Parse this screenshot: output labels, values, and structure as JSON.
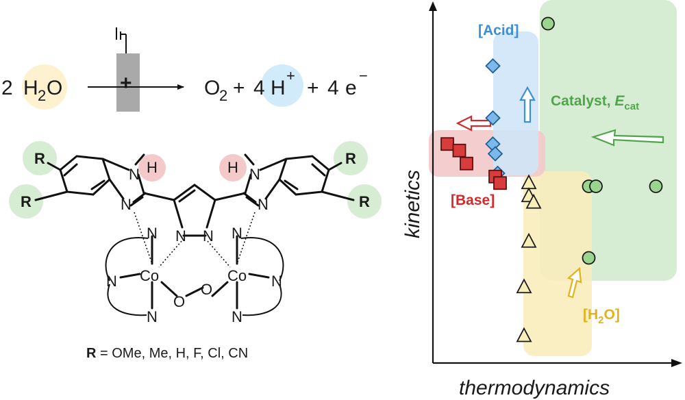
{
  "reaction": {
    "coef_water": "2",
    "water": "H",
    "water_sub": "2",
    "water_o": "O",
    "o2": "O",
    "o2_sub": "2",
    "plus1": "+",
    "proton_coef": "4",
    "proton": "H",
    "proton_sup": "+",
    "plus2": "+",
    "electron_coef": "4",
    "electron": "e",
    "electron_sup": "−",
    "anode_label": "+"
  },
  "structure": {
    "r_label": "R",
    "h_label": "H",
    "n_label": "N",
    "co_label": "Co",
    "o_label": "O",
    "legend_r": "R",
    "legend_rest": " = OMe, Me, H, F, Cl, CN"
  },
  "plot": {
    "ylabel": "kinetics",
    "xlabel": "thermodynamics",
    "acid_label": "[Acid]",
    "base_label": "[Base]",
    "water_label_open": "[H",
    "water_label_sub": "2",
    "water_label_close": "O]",
    "catalyst_label": "Catalyst, ",
    "ecat_label": "E",
    "ecat_sub": "cat",
    "colors": {
      "acid": "#3a8fd8",
      "base": "#d42a2a",
      "water": "#e2b21a",
      "catalyst": "#4fa64a",
      "acid_region": "#cfe6f8",
      "base_region": "#f3c9c9",
      "water_region": "#f8edbd",
      "catalyst_region": "#d6ecd3"
    }
  },
  "chart_data": {
    "type": "scatter",
    "xlabel": "thermodynamics",
    "ylabel": "kinetics",
    "series": [
      {
        "name": "[Acid]",
        "marker": "diamond",
        "x": [
          0.25,
          0.25,
          0.25,
          0.26,
          0.27
        ],
        "y": [
          0.85,
          0.69,
          0.61,
          0.58,
          0.52
        ]
      },
      {
        "name": "[Base]",
        "marker": "square",
        "x": [
          0.06,
          0.11,
          0.14,
          0.26,
          0.28
        ],
        "y": [
          0.61,
          0.59,
          0.55,
          0.51,
          0.49
        ]
      },
      {
        "name": "[H2O]",
        "marker": "triangle",
        "x": [
          0.4,
          0.4,
          0.42,
          0.4,
          0.38,
          0.38
        ],
        "y": [
          0.49,
          0.45,
          0.43,
          0.31,
          0.17,
          0.02
        ]
      },
      {
        "name": "Catalyst, Ecat",
        "marker": "circle",
        "x": [
          0.48,
          0.65,
          0.68,
          0.93,
          0.65
        ],
        "y": [
          0.98,
          0.48,
          0.48,
          0.48,
          0.26
        ]
      }
    ]
  }
}
